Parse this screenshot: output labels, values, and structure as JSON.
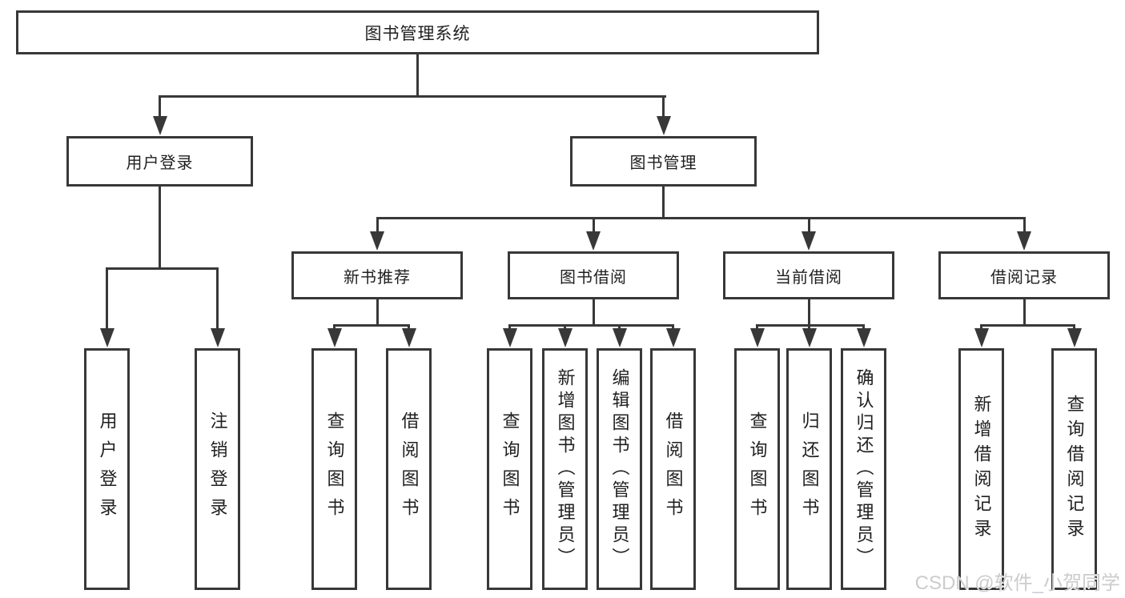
{
  "diagram": {
    "root": {
      "label": "图书管理系统",
      "children": [
        {
          "label": "用户登录",
          "children": [
            {
              "label": "用户登录"
            },
            {
              "label": "注销登录"
            }
          ]
        },
        {
          "label": "图书管理",
          "children": [
            {
              "label": "新书推荐",
              "children": [
                {
                  "label": "查询图书"
                },
                {
                  "label": "借阅图书"
                }
              ]
            },
            {
              "label": "图书借阅",
              "children": [
                {
                  "label": "查询图书"
                },
                {
                  "label": "新增图书（管理员）"
                },
                {
                  "label": "编辑图书（管理员）"
                },
                {
                  "label": "借阅图书"
                }
              ]
            },
            {
              "label": "当前借阅",
              "children": [
                {
                  "label": "查询图书"
                },
                {
                  "label": "归还图书"
                },
                {
                  "label": "确认归还（管理员）"
                }
              ]
            },
            {
              "label": "借阅记录",
              "children": [
                {
                  "label": "新增借阅记录"
                },
                {
                  "label": "查询借阅记录"
                }
              ]
            }
          ]
        }
      ]
    }
  },
  "watermark": {
    "text": "CSDN @软件_小贺同学"
  },
  "colors": {
    "line": "#383838",
    "text": "#1f1f1f",
    "watermark": "#cccccc",
    "background": "#ffffff"
  }
}
